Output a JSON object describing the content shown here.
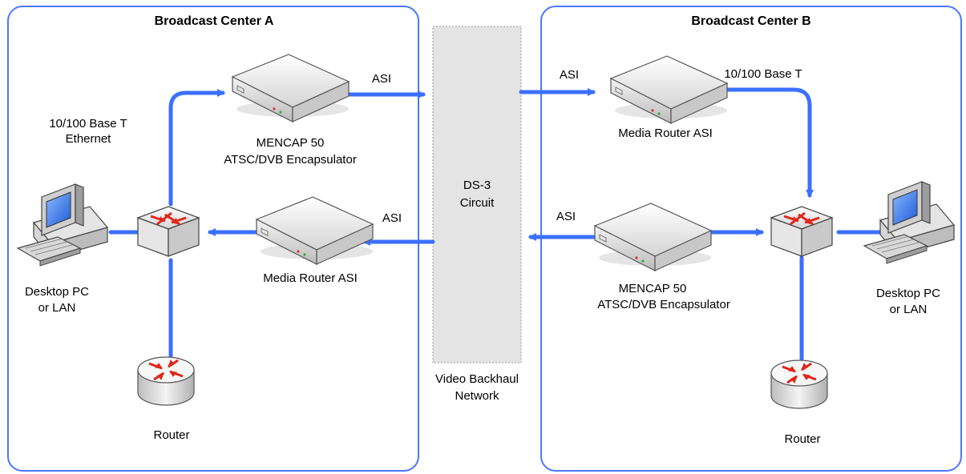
{
  "colors": {
    "link": "#3b6fff",
    "panel_border": "#4a78ff",
    "backhaul_fill": "#e4e4e4",
    "backhaul_border": "#9a9a9a",
    "router_arrows": "#e0261c"
  },
  "center_a": {
    "title": "Broadcast Center A",
    "label_ethernet_line1": "10/100 Base T",
    "label_ethernet_line2": "Ethernet",
    "encapsulator_line1": "MENCAP 50",
    "encapsulator_line2": "ATSC/DVB Encapsulator",
    "media_router": "Media Router ASI",
    "pc_line1": "Desktop PC",
    "pc_line2": "or LAN",
    "router": "Router",
    "asi_out": "ASI",
    "asi_in": "ASI",
    "icons": [
      "desktop-pc-icon",
      "switch-icon",
      "encapsulator-icon",
      "media-router-icon",
      "router-icon"
    ]
  },
  "center_b": {
    "title": "Broadcast Center B",
    "label_base_t": "10/100 Base T",
    "media_router": "Media Router ASI",
    "encapsulator_line1": "MENCAP 50",
    "encapsulator_line2": "ATSC/DVB Encapsulator",
    "pc_line1": "Desktop PC",
    "pc_line2": "or LAN",
    "router": "Router",
    "asi_in": "ASI",
    "asi_out": "ASI",
    "icons": [
      "media-router-icon",
      "switch-icon",
      "encapsulator-icon",
      "desktop-pc-icon",
      "router-icon"
    ]
  },
  "backhaul": {
    "circuit_line1": "DS-3",
    "circuit_line2": "Circuit",
    "network_line1": "Video Backhaul",
    "network_line2": "Network"
  }
}
